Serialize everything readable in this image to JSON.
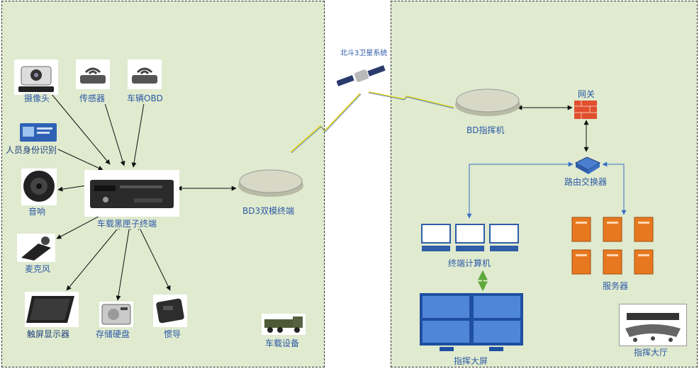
{
  "vehicle": {
    "camera": "摄像头",
    "sensor": "传感器",
    "obd": "车辆OBD",
    "identity": "人员身份识别",
    "speaker": "音响",
    "mic": "麦克风",
    "terminal": "车载黑匣子终端",
    "touchscreen": "触屏显示器",
    "storage": "存储硬盘",
    "inertial": "惯导",
    "dual_mode": "BD3双模终端",
    "equipment": "车载设备"
  },
  "satellite": {
    "label": "北斗3卫星系统"
  },
  "command": {
    "bd_machine": "BD指挥机",
    "gateway": "网关",
    "router": "路由交换器",
    "computers": "终端计算机",
    "servers": "服务器",
    "big_screen": "指挥大屏",
    "hall": "指挥大厅"
  },
  "colors": {
    "panel_bg": "#dfeacf",
    "label": "#2c58a6",
    "blue_link": "#3b6fc6",
    "green_link": "#5ea83a",
    "wireless": "#e6d62a"
  }
}
